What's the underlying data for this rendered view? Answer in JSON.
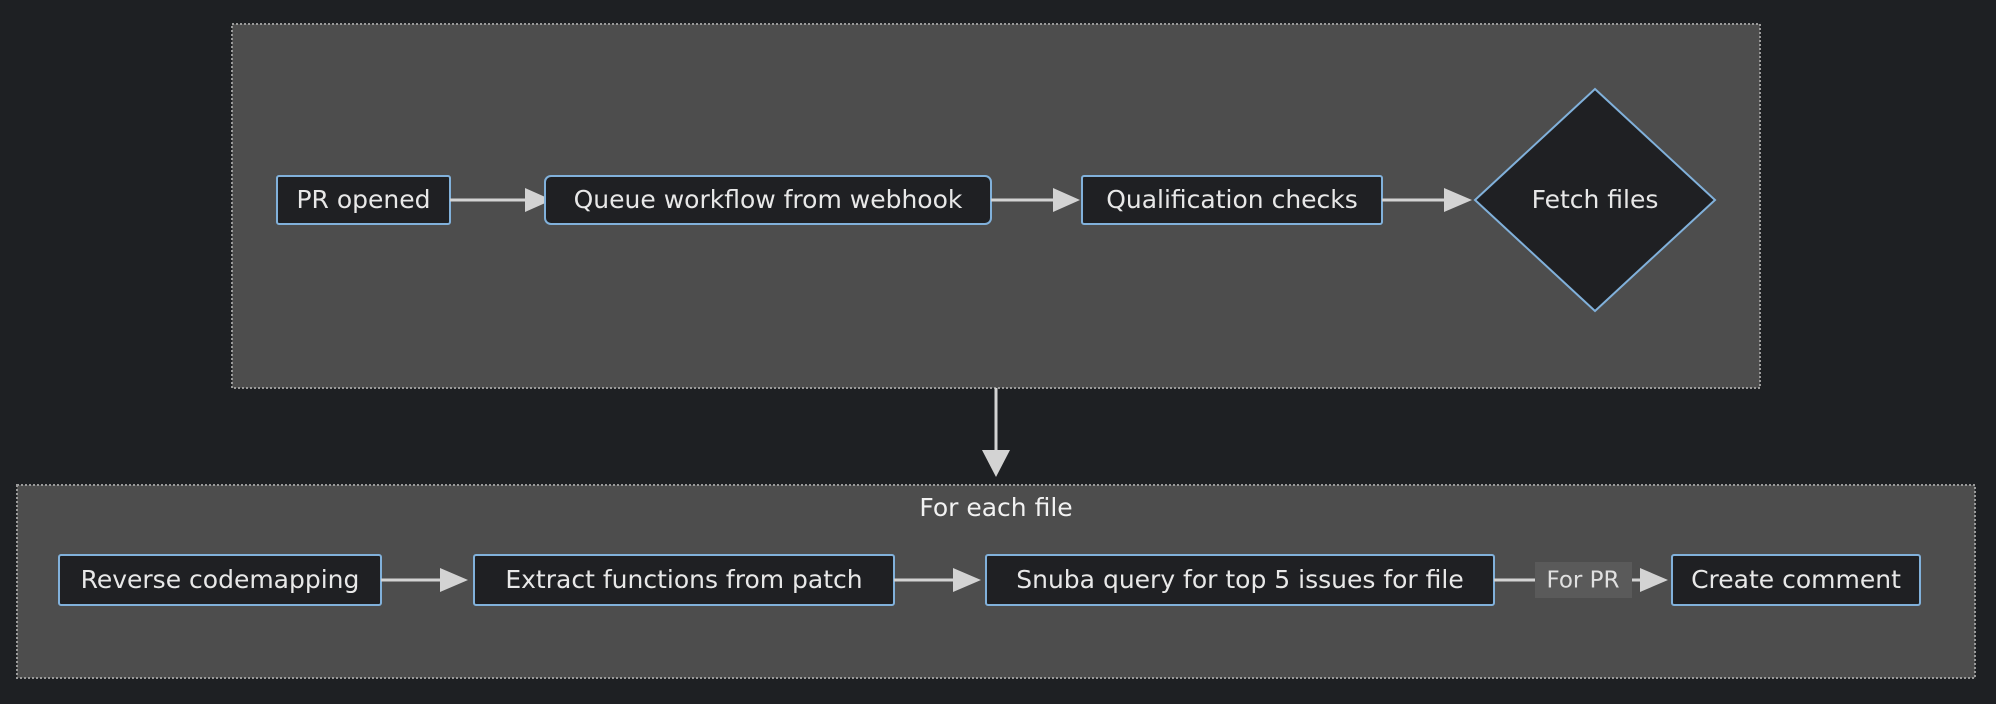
{
  "diagram": {
    "type": "flowchart",
    "direction": "left-to-right",
    "background_color": "#1e2023",
    "node_fill_color": "#1f2023",
    "node_border_color": "#81b1db",
    "cluster_fill_color": "#4d4d4d",
    "cluster_border_color": "#9a9a9a",
    "edge_color": "#d3d3d3",
    "text_color": "#e8e8e8"
  },
  "clusters": [
    {
      "id": "top",
      "label": ""
    },
    {
      "id": "foreach",
      "label": "For each file"
    }
  ],
  "nodes": [
    {
      "id": "pr_opened",
      "label": "PR opened",
      "shape": "rect",
      "cluster": "top"
    },
    {
      "id": "queue_workflow",
      "label": "Queue workflow from webhook",
      "shape": "rect",
      "cluster": "top"
    },
    {
      "id": "qualification",
      "label": "Qualification checks",
      "shape": "rect",
      "cluster": "top"
    },
    {
      "id": "fetch_files",
      "label": "Fetch files",
      "shape": "diamond",
      "cluster": "top"
    },
    {
      "id": "reverse_codemapping",
      "label": "Reverse codemapping",
      "shape": "rect",
      "cluster": "foreach"
    },
    {
      "id": "extract_functions",
      "label": "Extract functions from patch",
      "shape": "rect",
      "cluster": "foreach"
    },
    {
      "id": "snuba_query",
      "label": "Snuba query for top 5 issues for file",
      "shape": "rect",
      "cluster": "foreach"
    },
    {
      "id": "create_comment",
      "label": "Create comment",
      "shape": "rect",
      "cluster": "foreach"
    }
  ],
  "edges": [
    {
      "from": "pr_opened",
      "to": "queue_workflow",
      "label": ""
    },
    {
      "from": "queue_workflow",
      "to": "qualification",
      "label": ""
    },
    {
      "from": "qualification",
      "to": "fetch_files",
      "label": ""
    },
    {
      "from": "top",
      "to": "foreach",
      "label": ""
    },
    {
      "from": "reverse_codemapping",
      "to": "extract_functions",
      "label": ""
    },
    {
      "from": "extract_functions",
      "to": "snuba_query",
      "label": ""
    },
    {
      "from": "snuba_query",
      "to": "create_comment",
      "label": "For PR"
    }
  ],
  "labels": {
    "pr_opened": "PR opened",
    "queue_workflow": "Queue workflow from webhook",
    "qualification": "Qualification checks",
    "fetch_files": "Fetch files",
    "for_each_file": "For each file",
    "reverse_codemapping": "Reverse codemapping",
    "extract_functions": "Extract functions from patch",
    "snuba_query": "Snuba query for top 5 issues for file",
    "for_pr": "For PR",
    "create_comment": "Create comment"
  }
}
